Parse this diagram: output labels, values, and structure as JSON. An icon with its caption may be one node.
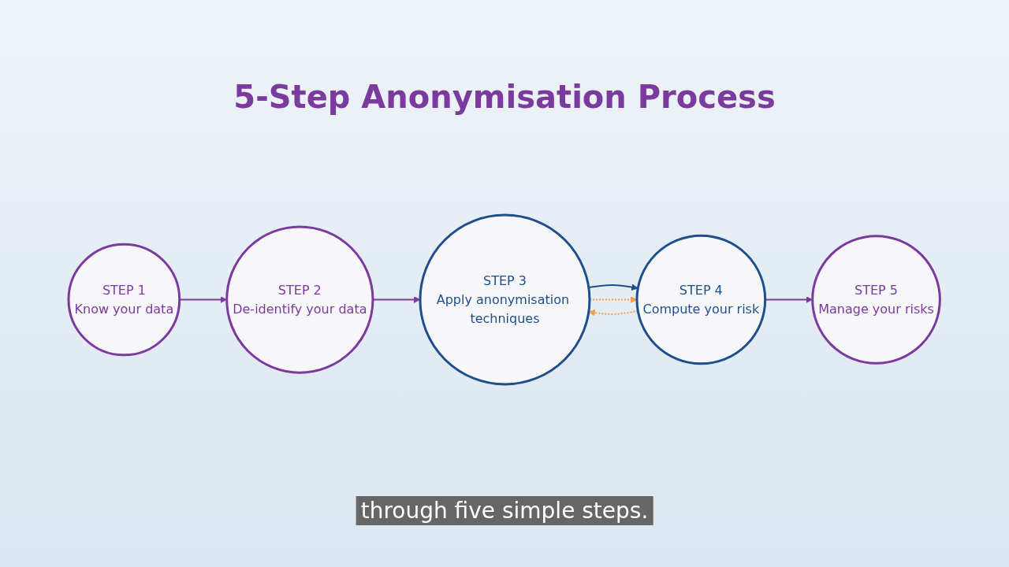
{
  "diagram": {
    "title": "5-Step Anonymisation Process",
    "nodes": [
      {
        "text": [
          "STEP 1",
          "Know your data"
        ]
      },
      {
        "text": [
          "STEP 2",
          "De-identify your data"
        ]
      },
      {
        "text": [
          "STEP 3",
          "Apply anonymisation techniques"
        ]
      },
      {
        "text": [
          "STEP 4",
          "Compute your risk"
        ]
      },
      {
        "text": [
          "STEP 5",
          "Manage your risks"
        ]
      }
    ],
    "edges": [
      {
        "from": 0,
        "to": 1,
        "arrow": "to"
      },
      {
        "from": 1,
        "to": 2,
        "arrow": "to"
      },
      {
        "from": 2,
        "to": 3,
        "arrow": "to",
        "color": "#1f4e8c"
      },
      {
        "from": 3,
        "to": 4,
        "arrow": "to"
      },
      {
        "from": 2,
        "to": 3,
        "arrow": "to",
        "style": "dashed",
        "color": "#f0a050"
      },
      {
        "from": 3,
        "to": 2,
        "arrow": "to",
        "style": "dashed",
        "color": "#f0a050"
      }
    ],
    "caption": "through five simple steps."
  }
}
